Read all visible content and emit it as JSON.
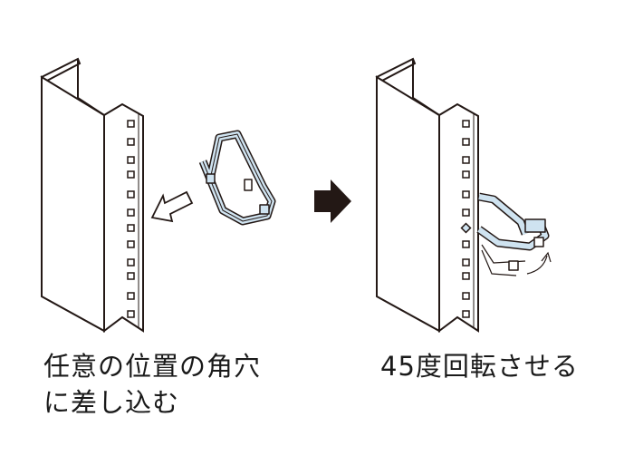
{
  "step1": {
    "caption_line1": "任意の位置の角穴",
    "caption_line2": "に差し込む"
  },
  "step2": {
    "caption": "45度回転させる"
  },
  "colors": {
    "clip_fill": "#cfe3f0",
    "line": "#231815",
    "arrow": "#231815"
  }
}
